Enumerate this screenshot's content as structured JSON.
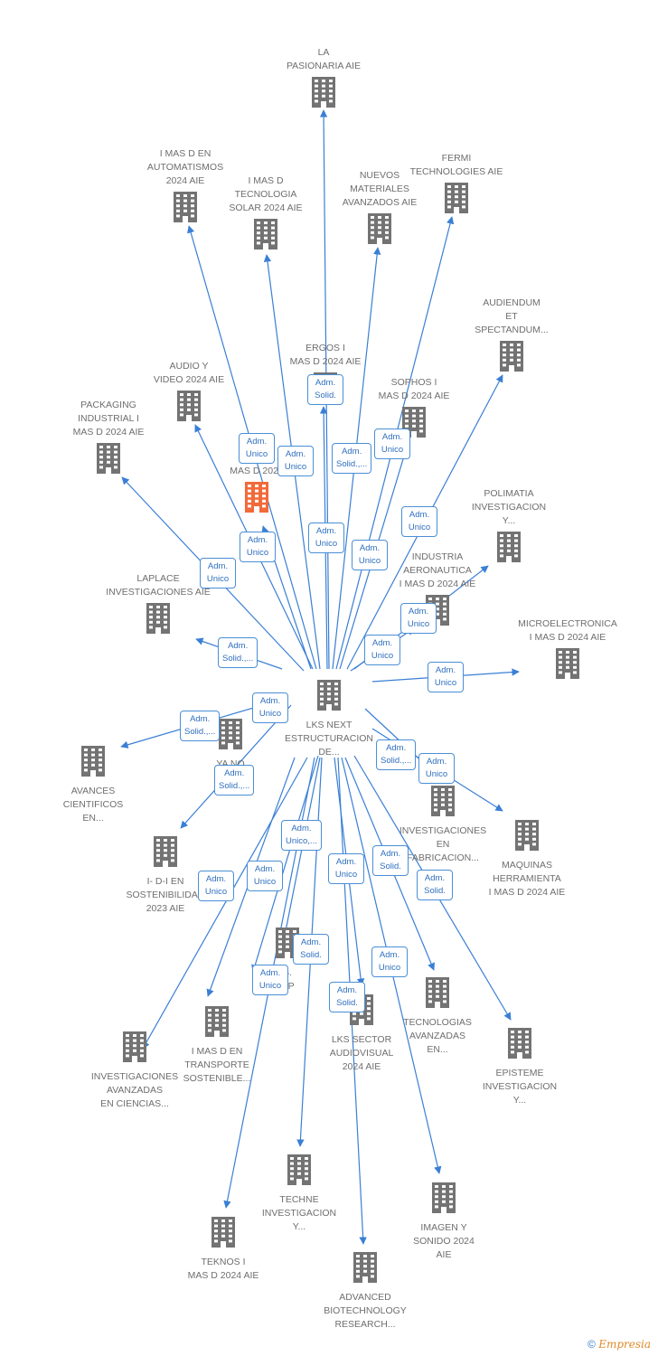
{
  "colors": {
    "edge": "#3a7fd5",
    "node": "#737373",
    "highlight": "#f26a3a",
    "badge_border": "#4a8fd6",
    "badge_text": "#2f6fbf"
  },
  "center": {
    "id": "lks-next",
    "label": "LKS NEXT\nESTRUCTURACION\nDE..."
  },
  "nodes": [
    {
      "id": "la-pasionaria",
      "label": "LA\nPASIONARIA AIE"
    },
    {
      "id": "automatismos",
      "label": "I MAS D EN\nAUTOMATISMOS\n2024 AIE"
    },
    {
      "id": "tecnologia-solar",
      "label": "I MAS D\nTECNOLOGIA\nSOLAR 2024 AIE"
    },
    {
      "id": "nuevos-materiales",
      "label": "NUEVOS\nMATERIALES\nAVANZADOS AIE"
    },
    {
      "id": "fermi",
      "label": "FERMI\nTECHNOLOGIES AIE"
    },
    {
      "id": "audiendum",
      "label": "AUDIENDUM\nET\nSPECTANDUM..."
    },
    {
      "id": "ergos",
      "label": "ERGOS I\nMAS D 2024 AIE"
    },
    {
      "id": "sophos",
      "label": "SOPHOS I\nMAS D 2024 AIE"
    },
    {
      "id": "audio-video",
      "label": "AUDIO Y\nVIDEO 2024  AIE"
    },
    {
      "id": "packaging",
      "label": "PACKAGING\nINDUSTRIAL I\nMAS D 2024 AIE"
    },
    {
      "id": "g-mas-d",
      "label": "G\nMAS D 2024",
      "highlight": true
    },
    {
      "id": "polimatia",
      "label": "POLIMATIA\nINVESTIGACION\nY..."
    },
    {
      "id": "industria-aero",
      "label": "INDUSTRIA\nAERONAUTICA\nI MAS D 2024 AIE"
    },
    {
      "id": "laplace",
      "label": "LAPLACE\nINVESTIGACIONES AIE"
    },
    {
      "id": "microelectronica",
      "label": "MICROELECTRONICA\nI MAS D 2024 AIE"
    },
    {
      "id": "avances",
      "label": "AVANCES\nCIENTIFICOS\nEN..."
    },
    {
      "id": "ya-no",
      "label": "YA NO\nQ\nJUN...E"
    },
    {
      "id": "inv-fabricacion",
      "label": "INVESTIGACIONES\nEN\nFABRICACION..."
    },
    {
      "id": "maquinas",
      "label": "MAQUINAS\nHERRAMIENTA\nI MAS D 2024 AIE"
    },
    {
      "id": "idi-sostenibilidad",
      "label": "I- D-I EN\nSOSTENIBILIDAD\n2023 AIE"
    },
    {
      "id": "s-p",
      "label": "S.\nOP"
    },
    {
      "id": "inv-ciencias",
      "label": "INVESTIGACIONES\nAVANZADAS\nEN CIENCIAS..."
    },
    {
      "id": "transporte",
      "label": "I MAS D EN\nTRANSPORTE\nSOSTENIBLE..."
    },
    {
      "id": "lks-sector",
      "label": "LKS SECTOR\nAUDIOVISUAL\n2024 AIE"
    },
    {
      "id": "tecnologias-avanzadas",
      "label": "TECNOLOGIAS\nAVANZADAS\nEN..."
    },
    {
      "id": "episteme",
      "label": "EPISTEME\nINVESTIGACION\nY..."
    },
    {
      "id": "techne",
      "label": "TECHNE\nINVESTIGACION\nY..."
    },
    {
      "id": "imagen-sonido",
      "label": "IMAGEN Y\nSONIDO 2024\nAIE"
    },
    {
      "id": "teknos",
      "label": "TEKNOS I\nMAS D 2024 AIE"
    },
    {
      "id": "advanced-bio",
      "label": "ADVANCED\nBIOTECHNOLOGY\nRESEARCH..."
    }
  ],
  "edges": [
    {
      "to": "la-pasionaria"
    },
    {
      "to": "automatismos",
      "badge": "Adm.\nUnico"
    },
    {
      "to": "tecnologia-solar",
      "badge": "Adm.\nUnico"
    },
    {
      "to": "nuevos-materiales",
      "badge": "Adm.\nSolid.,..."
    },
    {
      "to": "fermi",
      "badge": "Adm.\nUnico"
    },
    {
      "to": "audiendum",
      "badge": "Adm.\nUnico"
    },
    {
      "to": "ergos",
      "badge": "Adm.\nSolid."
    },
    {
      "to": "sophos",
      "badge": "Adm.\nUnico"
    },
    {
      "to": "audio-video",
      "badge": "Adm.\nUnico"
    },
    {
      "to": "packaging",
      "badge": "Adm.\nUnico"
    },
    {
      "to": "g-mas-d",
      "badge": "Adm.\nUnico"
    },
    {
      "to": "polimatia",
      "badge": "Adm.\nUnico"
    },
    {
      "to": "industria-aero",
      "badge": "Adm.\nUnico"
    },
    {
      "to": "laplace",
      "badge": "Adm.\nSolid.,..."
    },
    {
      "to": "microelectronica",
      "badge": "Adm.\nUnico"
    },
    {
      "to": "avances",
      "badge": "Adm.\nSolid.,..."
    },
    {
      "to": "ya-no",
      "badge": "Adm.\nUnico"
    },
    {
      "to": "inv-fabricacion",
      "badge": "Adm.\nSolid.,..."
    },
    {
      "to": "maquinas",
      "badge": "Adm.\nUnico"
    },
    {
      "to": "idi-sostenibilidad",
      "badge": "Adm.\nUnico"
    },
    {
      "to": "s-p",
      "badge": "Adm.\nUnico,..."
    },
    {
      "to": "inv-ciencias",
      "badge": "Adm.\nSolid.,..."
    },
    {
      "to": "transporte",
      "badge": "Adm.\nUnico"
    },
    {
      "to": "lks-sector",
      "badge": "Adm.\nUnico"
    },
    {
      "to": "tecnologias-avanzadas",
      "badge": "Adm.\nSolid."
    },
    {
      "to": "episteme",
      "badge": "Adm.\nSolid."
    },
    {
      "to": "techne",
      "badge": "Adm.\nSolid."
    },
    {
      "to": "imagen-sonido",
      "badge": "Adm.\nUnico"
    },
    {
      "to": "teknos",
      "badge": "Adm.\nUnico"
    },
    {
      "to": "advanced-bio",
      "badge": "Adm.\nSolid."
    }
  ],
  "copyright": {
    "symbol": "©",
    "brand": "Empresia"
  }
}
